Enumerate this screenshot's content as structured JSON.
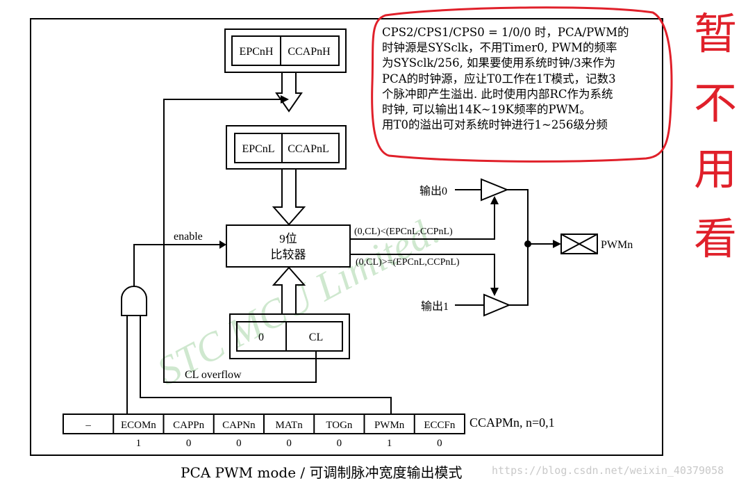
{
  "registers": {
    "top": {
      "left": "EPCnH",
      "right": "CCAPnH"
    },
    "mid": {
      "left": "EPCnL",
      "right": "CCAPnL"
    },
    "counter": {
      "left": "0",
      "right": "CL"
    }
  },
  "comparator": {
    "line1": "9位",
    "line2": "比较器"
  },
  "signals": {
    "enable": "enable",
    "cl_overflow": "CL overflow",
    "less_than": "(0,CL)<(EPCnL,CCPnL)",
    "greater_equal": "(0,CL)>=(EPCnL,CCPnL)",
    "output0": "输出0",
    "output1": "输出1",
    "pwm_out": "PWMn"
  },
  "ccapm": {
    "label": "CCAPMn, n=0,1",
    "bits": [
      {
        "name": "–",
        "value": ""
      },
      {
        "name": "ECOMn",
        "value": "1"
      },
      {
        "name": "CAPPn",
        "value": "0"
      },
      {
        "name": "CAPNn",
        "value": "0"
      },
      {
        "name": "MATn",
        "value": "0"
      },
      {
        "name": "TOGn",
        "value": "0"
      },
      {
        "name": "PWMn",
        "value": "1"
      },
      {
        "name": "ECCFn",
        "value": "0"
      }
    ]
  },
  "annotation": {
    "lines": [
      "CPS2/CPS1/CPS0 = 1/0/0 时，PCA/PWM的",
      "时钟源是SYSclk，不用Timer0, PWM的频率",
      "为SYSclk/256, 如果要使用系统时钟/3来作为",
      "PCA的时钟源，应让T0工作在1T模式，记数3",
      "个脉冲即产生溢出. 此时使用内部RC作为系统",
      "时钟, 可以输出14K~19K频率的PWM。",
      "用T0的溢出可对系统时钟进行1~256级分频"
    ],
    "handwritten": "暂不用看",
    "color": "#e0202a"
  },
  "watermark": "STC MCU Limited.",
  "caption": "PCA PWM mode / 可调制脉冲宽度输出模式",
  "source_watermark": "https://blog.csdn.net/weixin_40379058"
}
